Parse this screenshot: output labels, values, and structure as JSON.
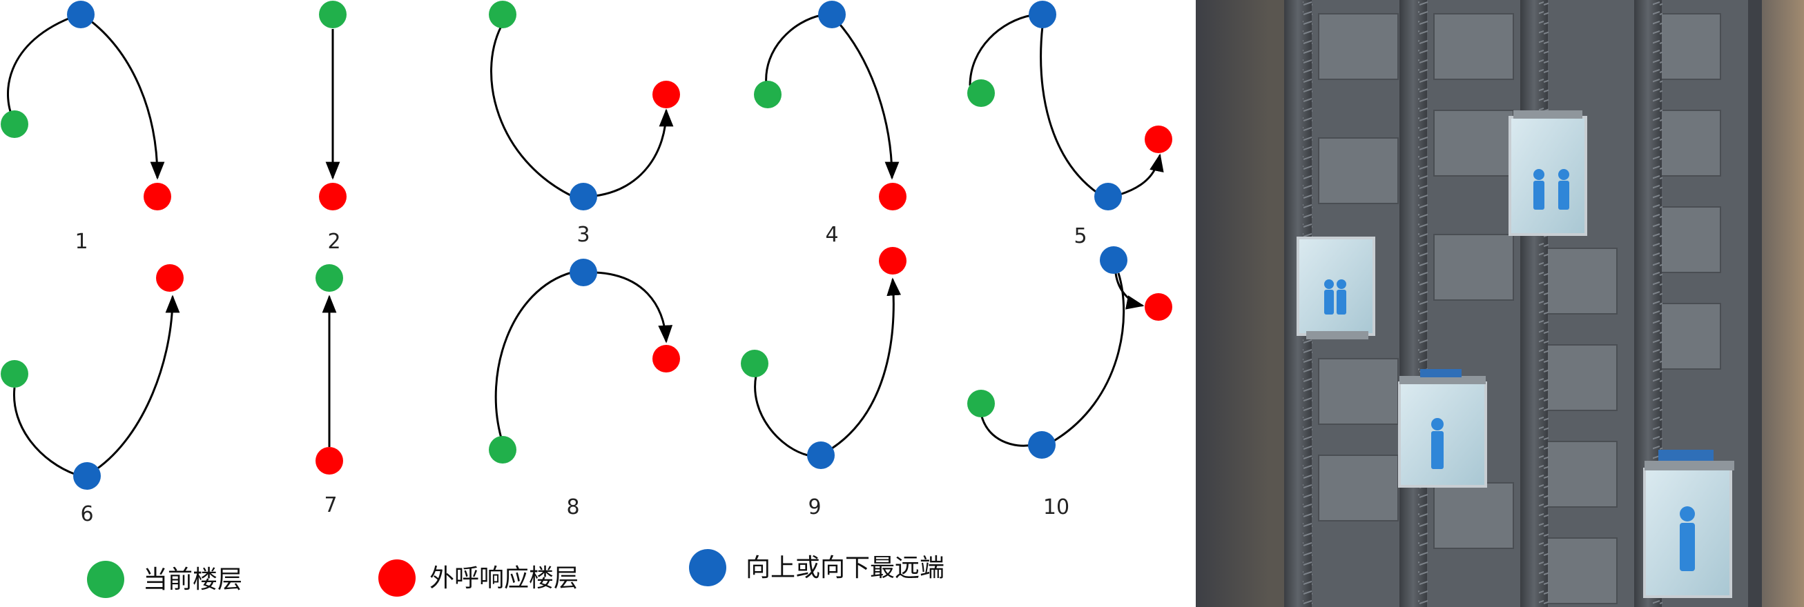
{
  "legend": {
    "current_floor": {
      "label": "当前楼层",
      "color": "#21b04b"
    },
    "hall_call_floor": {
      "label": "外呼响应楼层",
      "color": "#ff0000"
    },
    "farthest_end": {
      "label": "向上或向下最远端",
      "color": "#1565c0"
    }
  },
  "cases": [
    {
      "number": "1"
    },
    {
      "number": "2"
    },
    {
      "number": "3"
    },
    {
      "number": "4"
    },
    {
      "number": "5"
    },
    {
      "number": "6"
    },
    {
      "number": "7"
    },
    {
      "number": "8"
    },
    {
      "number": "9"
    },
    {
      "number": "10"
    }
  ],
  "illustration": {
    "subject": "glass elevator cars on building exterior rails with passenger figures",
    "colors": {
      "sky": "#4a4e55",
      "facade": "#5b6066",
      "glass": "#cfe3ea",
      "figure": "#2f86d8",
      "frame": "#9aa0a6"
    }
  }
}
